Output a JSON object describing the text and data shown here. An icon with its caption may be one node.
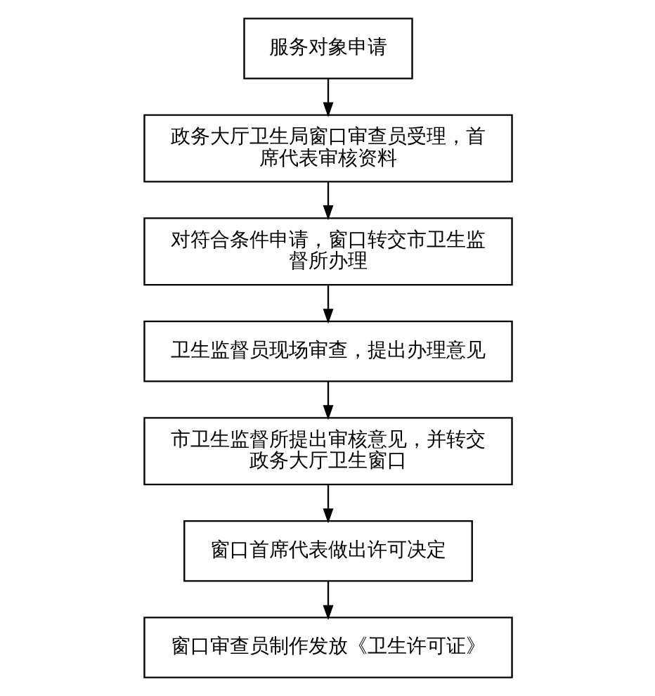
{
  "diagram": {
    "nodes": [
      {
        "text": [
          "服务对象申请"
        ]
      },
      {
        "text": [
          "政务大厅卫生局窗口审查员受理，首席代表审核资料"
        ]
      },
      {
        "text": [
          "对符合条件申请，窗口转交市卫生监督所办理"
        ]
      },
      {
        "text": [
          "卫生监督员现场审查，提出办理意见"
        ]
      },
      {
        "text": [
          "市卫生监督所提出审核意见，并转交政务大厅卫生窗口"
        ]
      },
      {
        "text": [
          "窗口首席代表做出许可决定"
        ]
      },
      {
        "text": [
          "窗口审查员制作发放《卫生许可证》"
        ]
      }
    ],
    "edges": [
      {
        "from": 0,
        "to": 1,
        "arrow": "to"
      },
      {
        "from": 1,
        "to": 2,
        "arrow": "to"
      },
      {
        "from": 2,
        "to": 3,
        "arrow": "to"
      },
      {
        "from": 3,
        "to": 4,
        "arrow": "to"
      },
      {
        "from": 4,
        "to": 5,
        "arrow": "to"
      },
      {
        "from": 5,
        "to": 6,
        "arrow": "to"
      }
    ]
  }
}
